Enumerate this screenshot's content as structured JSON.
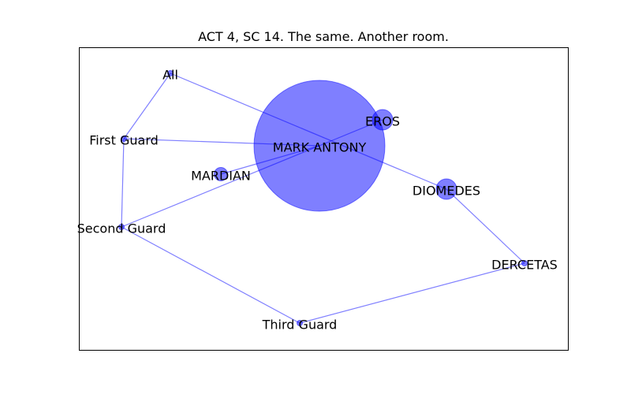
{
  "figure": {
    "title": "ACT 4, SC 14. The same. Another room."
  },
  "graph": {
    "node_color": "#0000ff",
    "edge_color": "#0000ff",
    "nodes": [
      {
        "id": "all",
        "label": "All",
        "weight": 1
      },
      {
        "id": "first-guard",
        "label": "First Guard",
        "weight": 1
      },
      {
        "id": "mark-antony",
        "label": "MARK ANTONY",
        "weight": 36
      },
      {
        "id": "eros",
        "label": "EROS",
        "weight": 3
      },
      {
        "id": "mardian",
        "label": "MARDIAN",
        "weight": 2
      },
      {
        "id": "diomedes",
        "label": "DIOMEDES",
        "weight": 3
      },
      {
        "id": "second-guard",
        "label": "Second Guard",
        "weight": 1
      },
      {
        "id": "dercetas",
        "label": "DERCETAS",
        "weight": 1
      },
      {
        "id": "third-guard",
        "label": "Third Guard",
        "weight": 1
      }
    ],
    "edges": [
      [
        "all",
        "first-guard"
      ],
      [
        "all",
        "diomedes"
      ],
      [
        "first-guard",
        "mark-antony"
      ],
      [
        "first-guard",
        "second-guard"
      ],
      [
        "second-guard",
        "eros"
      ],
      [
        "second-guard",
        "third-guard"
      ],
      [
        "mardian",
        "mark-antony"
      ],
      [
        "diomedes",
        "dercetas"
      ],
      [
        "dercetas",
        "third-guard"
      ]
    ]
  }
}
